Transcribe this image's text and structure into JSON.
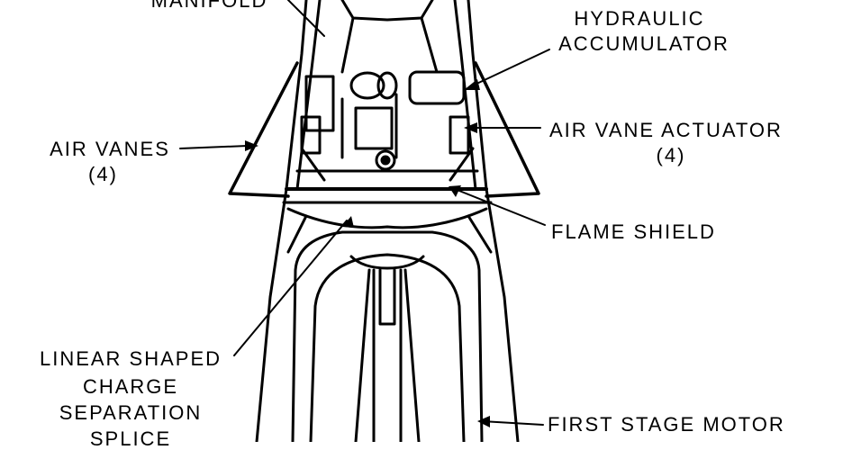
{
  "labels": {
    "manifold": "MANIFOLD",
    "hydraulic": "HYDRAULIC",
    "accumulator": "ACCUMULATOR",
    "air_vanes": "AIR VANES",
    "air_vanes_count": "(4)",
    "air_vane_actuator": "AIR VANE ACTUATOR",
    "air_vane_actuator_count": "(4)",
    "flame_shield": "FLAME SHIELD",
    "linear_shaped": "LINEAR SHAPED",
    "charge": "CHARGE",
    "separation": "SEPARATION",
    "splice": "SPLICE",
    "first_stage_motor": "FIRST STAGE MOTOR"
  }
}
